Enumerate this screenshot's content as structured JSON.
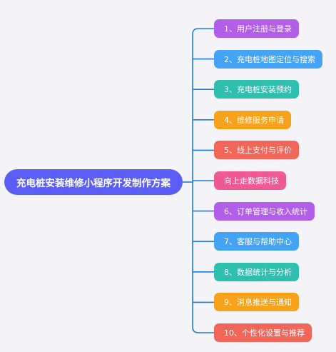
{
  "root": {
    "label": "充电桩安装维修小程序开发制作方案",
    "color": "#5b5ef5"
  },
  "branch_color": "#1b7be0",
  "nodes": [
    {
      "label": "1、用户注册与登录",
      "color": "#b15ee8"
    },
    {
      "label": "2、充电桩地图定位与搜索",
      "color": "#44a3f5"
    },
    {
      "label": "3、充电桩安装预约",
      "color": "#2ebfae"
    },
    {
      "label": "4、维修服务申请",
      "color": "#f6a21c"
    },
    {
      "label": "5、线上支付与评价",
      "color": "#f2665a"
    },
    {
      "label": "向上走数据科技",
      "color": "#ef5a95"
    },
    {
      "label": "6、订单管理与收入统计",
      "color": "#b15ee8"
    },
    {
      "label": "7、客服与帮助中心",
      "color": "#44a3f5"
    },
    {
      "label": "8、数据统计与分析",
      "color": "#2ebfae"
    },
    {
      "label": "9、消息推送与通知",
      "color": "#f6a21c"
    },
    {
      "label": "10、个性化设置与推荐",
      "color": "#f2665a"
    }
  ]
}
